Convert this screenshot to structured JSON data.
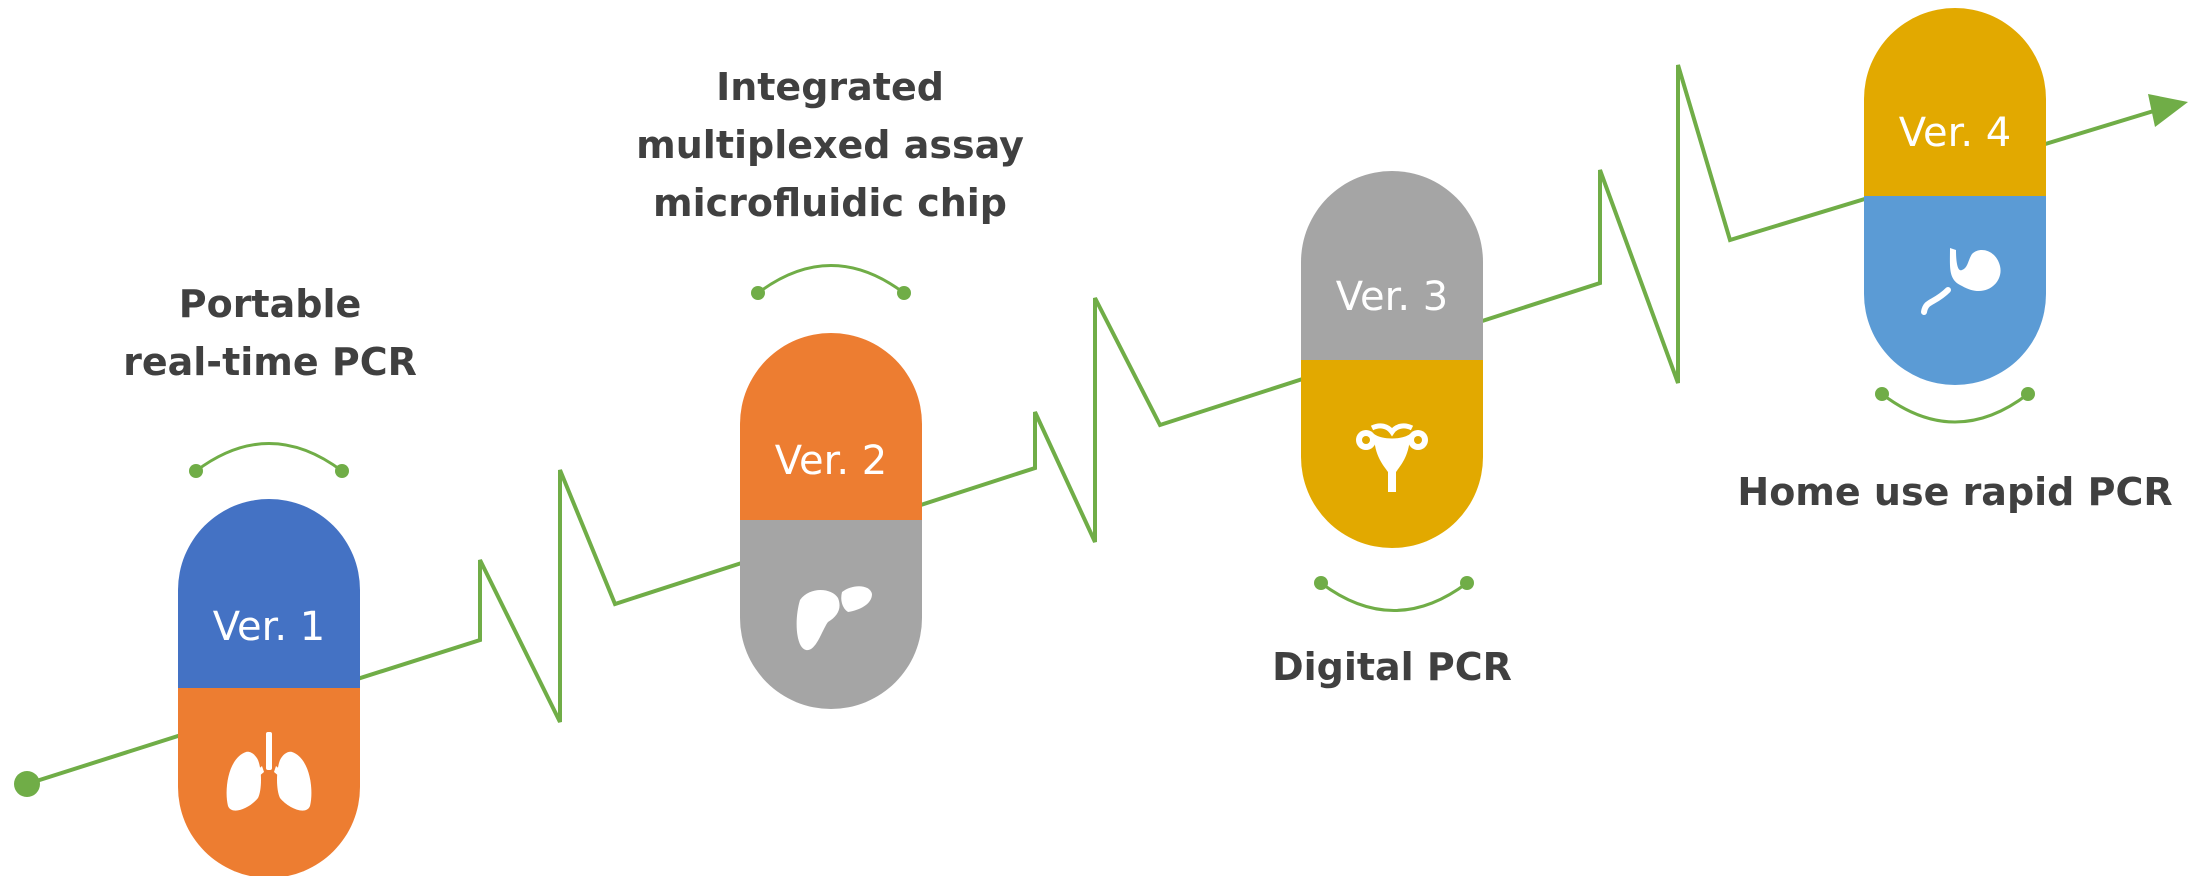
{
  "diagram": {
    "colors": {
      "line": "#70AD47",
      "blue": "#4472C4",
      "orange": "#ED7D31",
      "gray": "#A5A5A5",
      "gold": "#E2A900",
      "light_blue": "#5B9BD5",
      "text": "#404040"
    },
    "stages": [
      {
        "version": "Ver. 1",
        "title_lines": [
          "Portable",
          "real-time PCR"
        ],
        "icon": "lungs-icon"
      },
      {
        "version": "Ver. 2",
        "title_lines": [
          "Integrated",
          "multiplexed assay",
          "microfluidic chip"
        ],
        "icon": "liver-icon"
      },
      {
        "version": "Ver. 3",
        "title_lines": [
          "Digital PCR"
        ],
        "icon": "uterus-icon"
      },
      {
        "version": "Ver. 4",
        "title_lines": [
          "Home use rapid PCR"
        ],
        "icon": "stomach-icon"
      }
    ]
  }
}
